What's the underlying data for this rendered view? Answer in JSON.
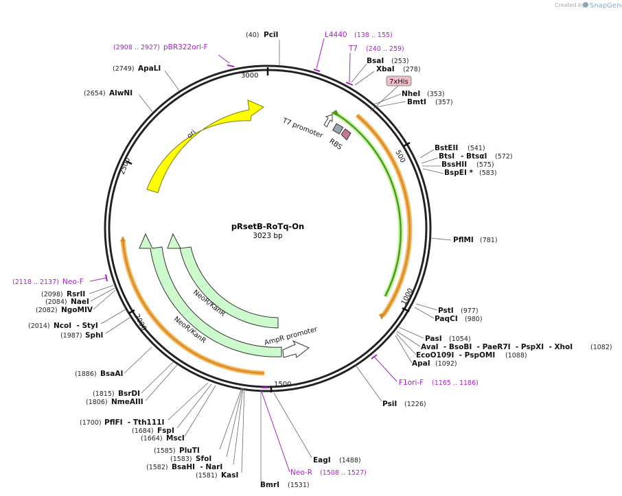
{
  "header": {
    "created_by": "Created by",
    "brand": "SnapGene"
  },
  "plasmid": {
    "name": "pRsetB-RoTq-On",
    "size_label": "3023 bp",
    "length": 3023
  },
  "ticks": [
    "500",
    "1000",
    "1500",
    "2000",
    "2500",
    "3000"
  ],
  "enzymes": [
    {
      "name": "PciI",
      "pos": "(40)"
    },
    {
      "name": "BsaI",
      "pos": "(253)"
    },
    {
      "name": "XbaI",
      "pos": "(278)"
    },
    {
      "name": "NheI",
      "pos": "(353)"
    },
    {
      "name": "BmtI",
      "pos": "(357)"
    },
    {
      "name": "BstEII",
      "pos": "(541)"
    },
    {
      "name": "BtsI",
      "pos": ""
    },
    {
      "name": "- BtsαI",
      "pos": "(572)"
    },
    {
      "name": "BssHII",
      "pos": "(575)"
    },
    {
      "name": "BspEI *",
      "pos": "(583)"
    },
    {
      "name": "PflMI",
      "pos": "(781)"
    },
    {
      "name": "PstI",
      "pos": "(977)"
    },
    {
      "name": "PaqCI",
      "pos": "(980)"
    },
    {
      "name": "PasI",
      "pos": "(1054)"
    },
    {
      "name": "AvaI  - BsoBI  - PaeR7I  - PspXI  - XhoI",
      "pos": "(1082)"
    },
    {
      "name": "EcoO109I  - PspOMI",
      "pos": "(1088)"
    },
    {
      "name": "ApaI",
      "pos": "(1092)"
    },
    {
      "name": "PsiI",
      "pos": "(1226)"
    },
    {
      "name": "EagI",
      "pos": "(1488)"
    },
    {
      "name": "BmrI",
      "pos": "(1531)"
    },
    {
      "name": "KasI",
      "pos": "(1581)"
    },
    {
      "name": "BsaHI  - NarI",
      "pos": "(1582)"
    },
    {
      "name": "SfoI",
      "pos": "(1583)"
    },
    {
      "name": "PluTI",
      "pos": "(1585)"
    },
    {
      "name": "MscI",
      "pos": "(1664)"
    },
    {
      "name": "FspI",
      "pos": "(1684)"
    },
    {
      "name": "PflFI  - Tth111I",
      "pos": "(1700)"
    },
    {
      "name": "NmeAIII",
      "pos": "(1806)"
    },
    {
      "name": "BsrDI",
      "pos": "(1815)"
    },
    {
      "name": "BsaAI",
      "pos": "(1886)"
    },
    {
      "name": "SphI",
      "pos": "(1987)"
    },
    {
      "name": "NcoI  - StyI",
      "pos": "(2014)"
    },
    {
      "name": "NgoMIV",
      "pos": "(2082)"
    },
    {
      "name": "NaeI",
      "pos": "(2084)"
    },
    {
      "name": "RsrII",
      "pos": "(2098)"
    },
    {
      "name": "AlwNI",
      "pos": "(2654)"
    },
    {
      "name": "ApaLI",
      "pos": "(2749)"
    }
  ],
  "primers": [
    {
      "name": "L4440",
      "range": "(138 .. 155)"
    },
    {
      "name": "T7",
      "range": "(240 .. 259)"
    },
    {
      "name": "pBR322ori-F",
      "range": "(2908 .. 2927)"
    },
    {
      "name": "Neo-F",
      "range": "(2118 .. 2137)"
    },
    {
      "name": "F1ori-F",
      "range": "(1165 .. 1186)"
    },
    {
      "name": "Neo-R",
      "range": "(1508 .. 1527)"
    }
  ],
  "features": {
    "his_tag": "7xHis",
    "t7_promoter": "T7 promoter",
    "rbs": "RBS",
    "ori": "ori",
    "neo1": "NeoR/KanR",
    "neo2": "NeoR/KanR",
    "ampr_promoter": "AmpR promoter"
  },
  "colors": {
    "backbone": "#222222",
    "ori": "#ffff00",
    "neo": "#ccfacc",
    "primer": "#a321c7",
    "orange_outline": "#f5b95d",
    "orange_fill": "#d98a28",
    "green_fill": "#4b9b1b",
    "green_outline": "#c8f3a8",
    "his_tag": "#f0c0c8"
  }
}
